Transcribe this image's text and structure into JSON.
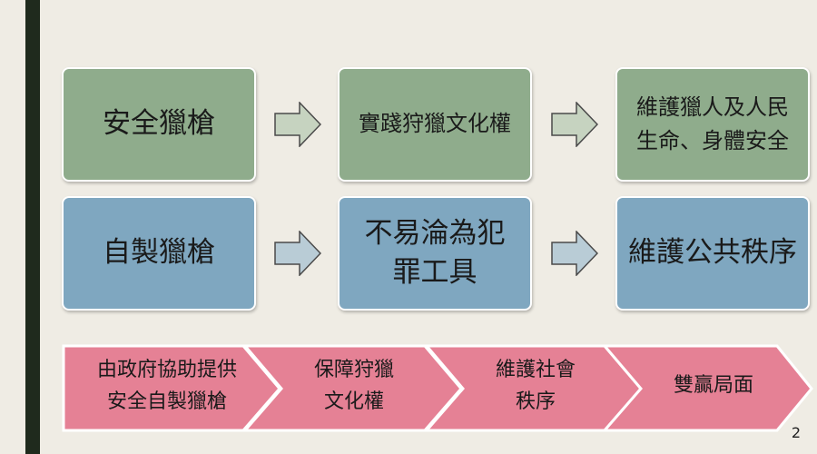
{
  "colors": {
    "green": "#8fac8c",
    "blue": "#7fa7c0",
    "pink": "#e58195",
    "arrow_fill": "#c6d3c0",
    "arrow_fill_blue": "#b9ccd6",
    "dark_bar": "#1f2a1d"
  },
  "rows": [
    {
      "boxes": [
        "安全獵槍",
        "實踐狩獵文化權",
        "維護獵人及人民\n生命、身體安全"
      ]
    },
    {
      "boxes": [
        "自製獵槍",
        "不易淪為犯\n罪工具",
        "維護公共秩序"
      ]
    }
  ],
  "chevrons": [
    "由政府協助提供\n安全自製獵槍",
    "保障狩獵\n文化權",
    "維護社會\n秩序",
    "雙贏局面"
  ],
  "page_number": "2"
}
